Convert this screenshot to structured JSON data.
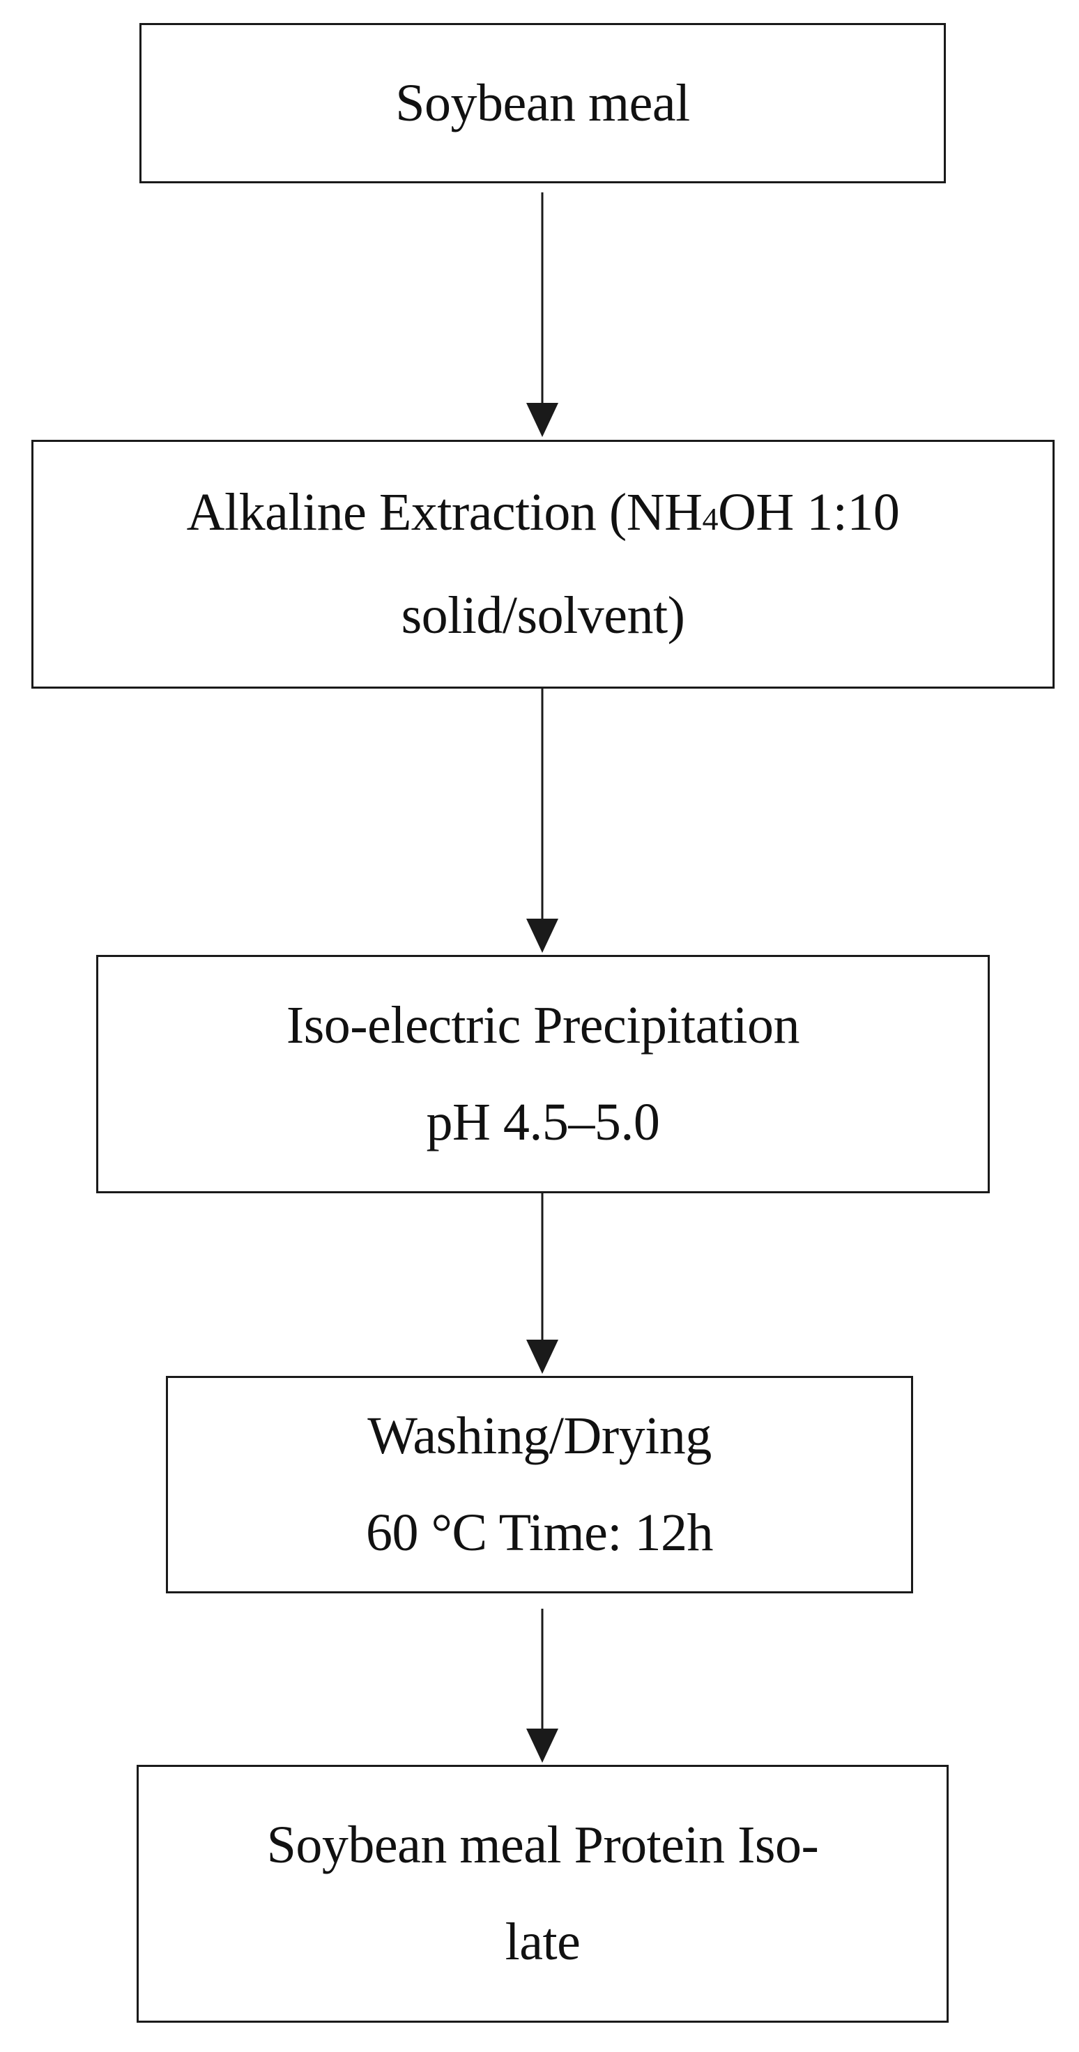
{
  "diagram": {
    "steps": [
      {
        "lines": [
          "Soybean meal"
        ]
      },
      {
        "lines": [
          "Alkaline Extraction (NH",
          "OH 1:10",
          "solid/solvent)"
        ],
        "subscript": "4"
      },
      {
        "lines": [
          "Iso-electric Precipitation",
          "pH 4.5–5.0"
        ]
      },
      {
        "lines": [
          "Washing/Drying",
          "60 °C Time: 12h"
        ]
      },
      {
        "lines": [
          "Soybean meal Protein Iso-",
          "late"
        ]
      }
    ]
  }
}
